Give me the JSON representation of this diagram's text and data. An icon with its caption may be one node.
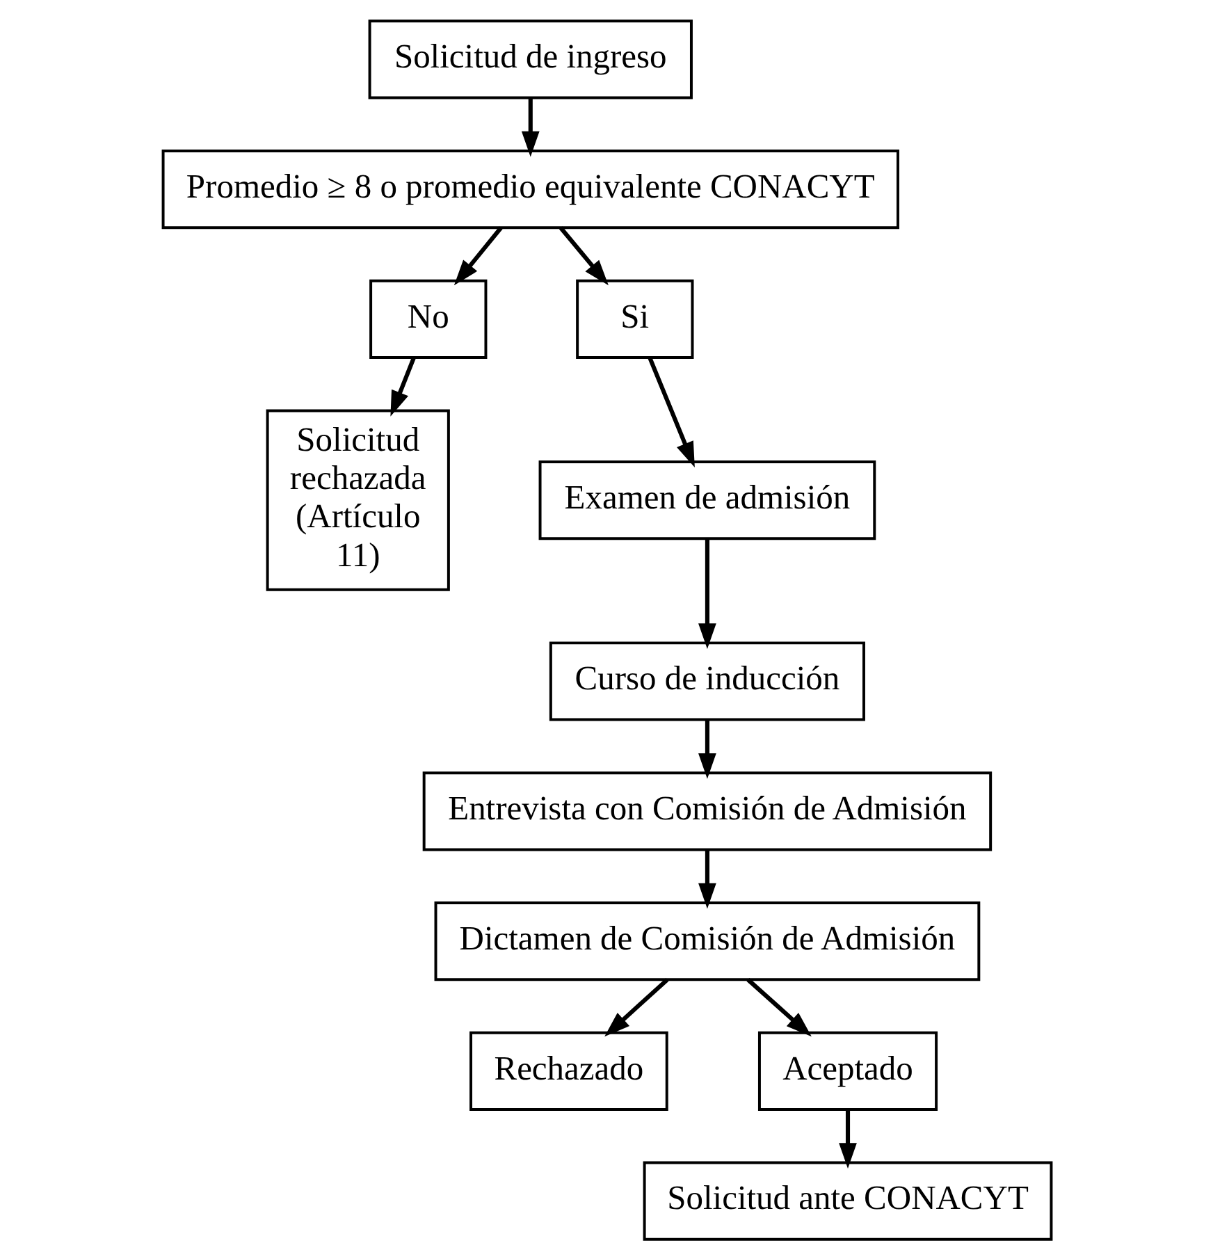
{
  "diagram": {
    "nodes": [
      {
        "text": [
          "Solicitud de ingreso"
        ]
      },
      {
        "text": [
          "Promedio ≥ 8 o promedio equivalente CONACYT"
        ]
      },
      {
        "text": [
          "No"
        ]
      },
      {
        "text": [
          "Si"
        ]
      },
      {
        "text": [
          "Solicitud rechazada (Artículo 11)"
        ]
      },
      {
        "text": [
          "Examen de admisión"
        ]
      },
      {
        "text": [
          "Curso de inducción"
        ]
      },
      {
        "text": [
          "Entrevista con Comisión de Admisión"
        ]
      },
      {
        "text": [
          "Dictamen de Comisión de Admisión"
        ]
      },
      {
        "text": [
          "Rechazado"
        ]
      },
      {
        "text": [
          "Aceptado"
        ]
      },
      {
        "text": [
          "Solicitud ante CONACYT"
        ]
      }
    ],
    "edges": [
      {
        "from": 0,
        "to": 1,
        "arrow": "to"
      },
      {
        "from": 1,
        "to": 2,
        "arrow": "to"
      },
      {
        "from": 1,
        "to": 3,
        "arrow": "to"
      },
      {
        "from": 2,
        "to": 4,
        "arrow": "to"
      },
      {
        "from": 3,
        "to": 5,
        "arrow": "to"
      },
      {
        "from": 5,
        "to": 6,
        "arrow": "to"
      },
      {
        "from": 6,
        "to": 7,
        "arrow": "to"
      },
      {
        "from": 7,
        "to": 8,
        "arrow": "to"
      },
      {
        "from": 8,
        "to": 9,
        "arrow": "to"
      },
      {
        "from": 8,
        "to": 10,
        "arrow": "to"
      },
      {
        "from": 10,
        "to": 11,
        "arrow": "to"
      }
    ]
  }
}
